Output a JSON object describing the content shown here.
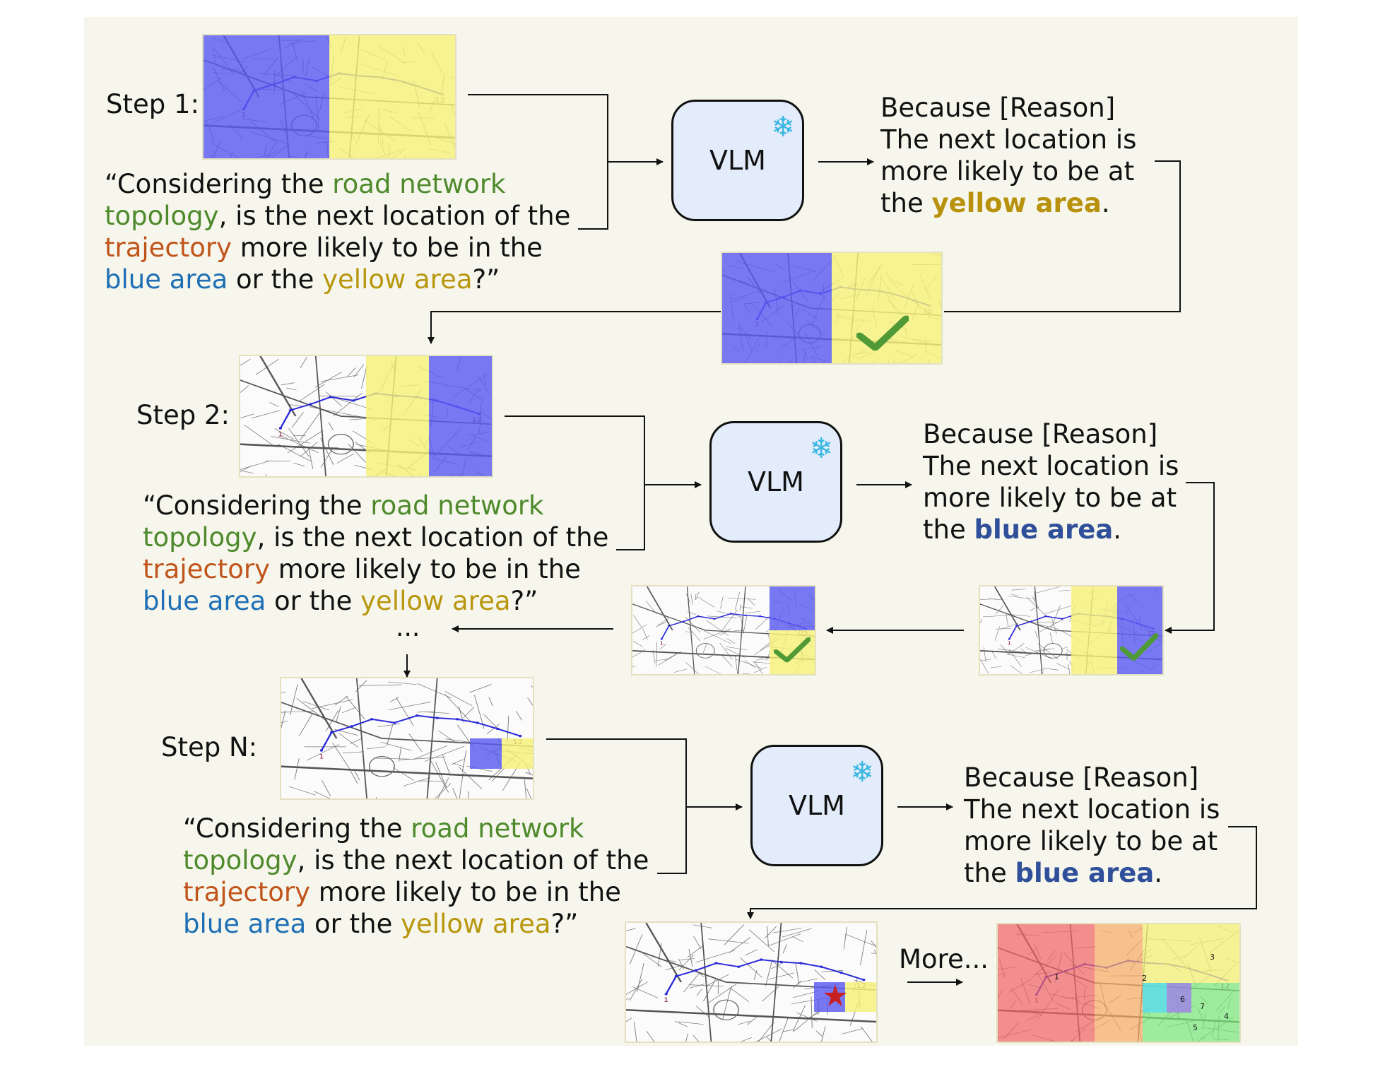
{
  "steps": [
    {
      "label": "Step 1:",
      "vlm": "VLM",
      "reason_intro": "Because [Reason]",
      "reason_line1": "The next location is",
      "reason_line2": "more likely to be at",
      "reason_the": "the",
      "reason_area": "yellow  area",
      "reason_end": "."
    },
    {
      "label": "Step 2:",
      "vlm": "VLM",
      "reason_intro": "Because [Reason]",
      "reason_line1": "The next location is",
      "reason_line2": "more likely to be at",
      "reason_the": "the",
      "reason_area": "blue  area",
      "reason_end": "."
    },
    {
      "label": "Step N:",
      "vlm": "VLM",
      "reason_intro": "Because [Reason]",
      "reason_line1": "The next location is",
      "reason_line2": "more likely to be at",
      "reason_the": "the",
      "reason_area": "blue  area",
      "reason_end": "."
    }
  ],
  "question": {
    "open": "“Considering the ",
    "road_network": "road network",
    "topology": "topology",
    "mid1": ", is the next location of the",
    "trajectory": "trajectory",
    "mid2": " more likely to be in the",
    "blue_area": "blue area",
    "mid3": " or the ",
    "yellow_area": "yellow area",
    "close": "?”"
  },
  "ellipsis": "...",
  "more": "More...",
  "map_labels": {
    "start": "1",
    "end": "12"
  },
  "region_numbers": [
    "1",
    "2",
    "3",
    "4",
    "5",
    "6",
    "7"
  ],
  "colors": {
    "blue_overlay": "#5a5af0",
    "yellow_overlay": "#f4f078",
    "check": "#4f9a36",
    "star": "#c62020",
    "panel": "#f6f6ec"
  }
}
